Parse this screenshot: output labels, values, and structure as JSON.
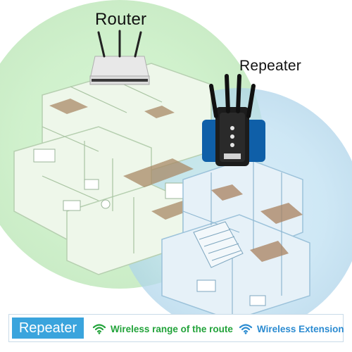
{
  "labels": {
    "router": "Router",
    "repeater": "Repeater"
  },
  "legend": {
    "title": "Repeater",
    "items": [
      {
        "label": "Wireless range of the route",
        "icon": "wifi-icon",
        "color": "#22a33a"
      },
      {
        "label": "Wireless Extension",
        "icon": "wifi-icon",
        "color": "#2b8bd1"
      }
    ]
  },
  "colors": {
    "router_zone": "#c9efc6",
    "repeater_zone": "#bfe0f2",
    "legend_accent": "#3aa4dd"
  }
}
